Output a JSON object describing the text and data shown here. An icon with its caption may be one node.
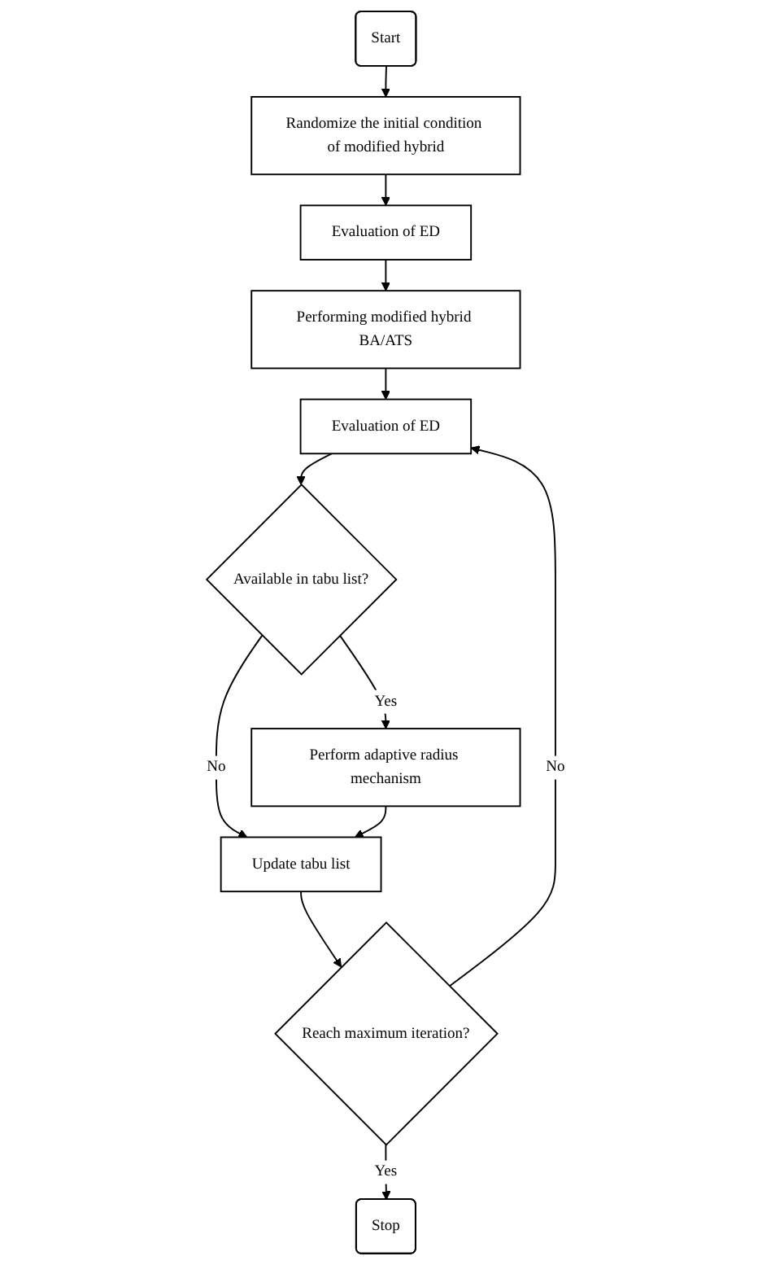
{
  "diagram": {
    "nodes": [
      {
        "text": [
          "Start"
        ]
      },
      {
        "text": [
          "Randomize the initial condition of modified hybrid"
        ]
      },
      {
        "text": [
          "Evaluation of ED"
        ]
      },
      {
        "text": [
          "Performing modified hybrid BA/ATS"
        ]
      },
      {
        "text": [
          "Evaluation of ED"
        ]
      },
      {
        "text": [
          "Available in tabu list?"
        ]
      },
      {
        "text": [
          "Perform adaptive radius mechanism"
        ]
      },
      {
        "text": [
          "Update tabu list"
        ]
      },
      {
        "text": [
          "Reach maximum iteration?"
        ]
      },
      {
        "text": [
          "Stop"
        ]
      }
    ],
    "edges": [
      {
        "from": 0,
        "to": 1,
        "arrow": "to"
      },
      {
        "from": 1,
        "to": 2,
        "arrow": "to"
      },
      {
        "from": 2,
        "to": 3,
        "arrow": "to"
      },
      {
        "from": 3,
        "to": 4,
        "arrow": "to"
      },
      {
        "from": 4,
        "to": 5,
        "arrow": "to"
      },
      {
        "from": 5,
        "to": 6,
        "label": "Yes",
        "arrow": "to"
      },
      {
        "from": 5,
        "to": 7,
        "label": "No",
        "arrow": "to"
      },
      {
        "from": 6,
        "to": 7,
        "arrow": "to"
      },
      {
        "from": 7,
        "to": 8,
        "arrow": "to"
      },
      {
        "from": 8,
        "to": 9,
        "label": "Yes",
        "arrow": "to"
      },
      {
        "from": 8,
        "to": 4,
        "label": "No",
        "arrow": "to"
      }
    ]
  }
}
